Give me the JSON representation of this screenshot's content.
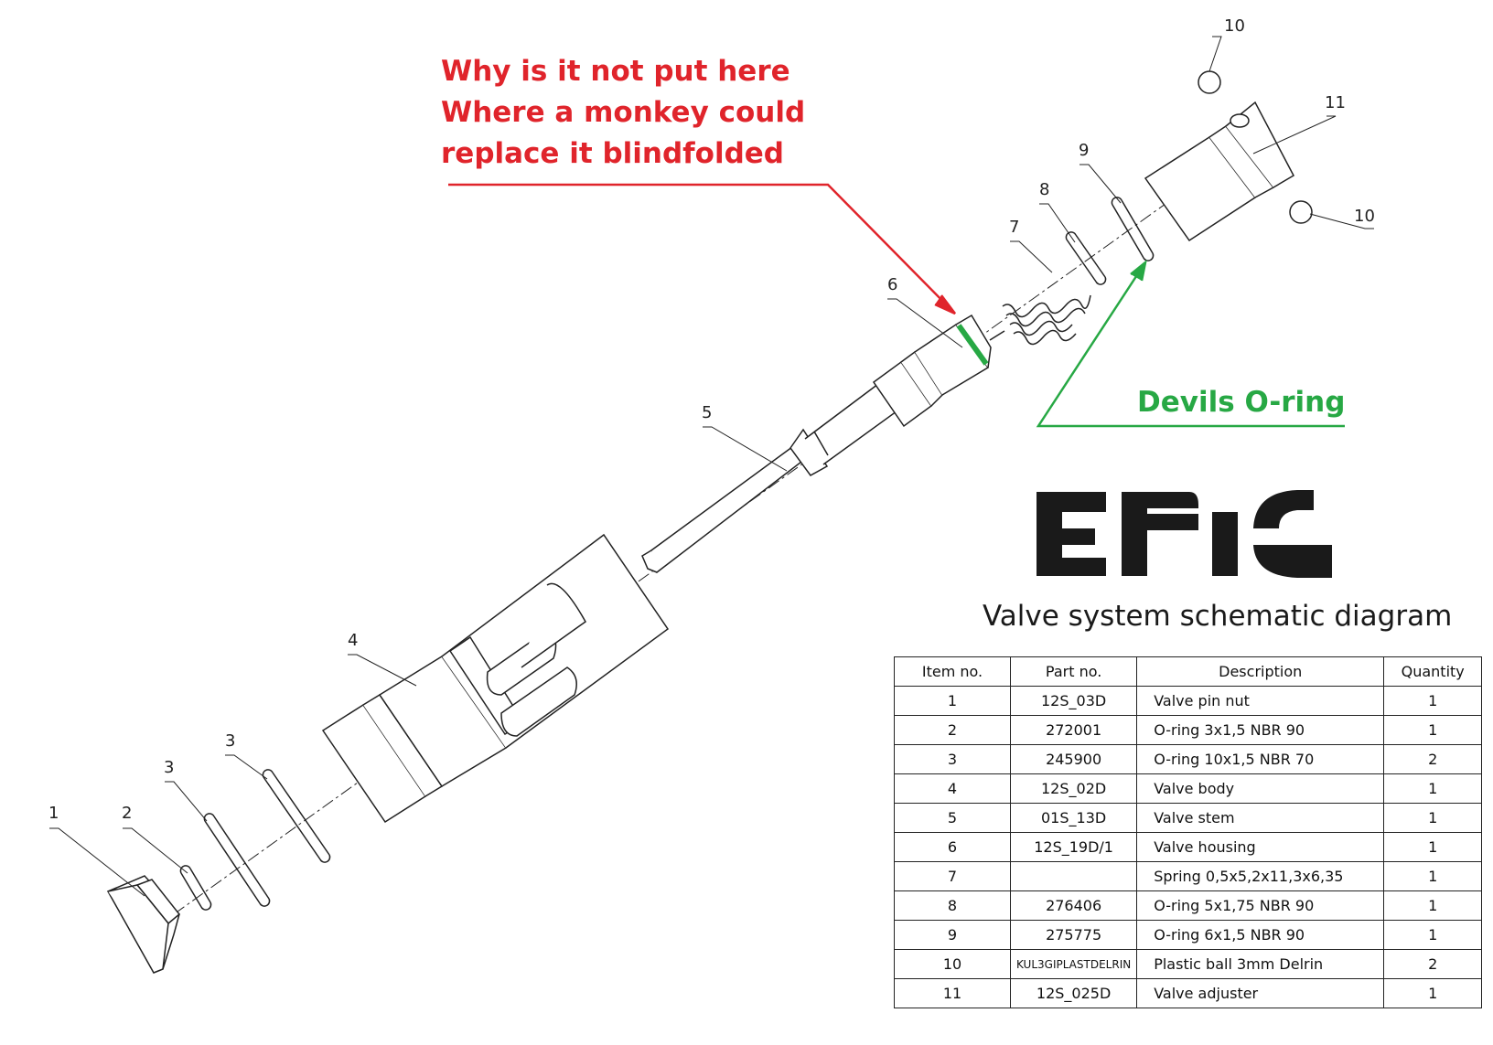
{
  "annotations": {
    "red_note": [
      "Why is it not put here",
      "Where a monkey could",
      "replace it blindfolded"
    ],
    "green_note": "Devils O-ring"
  },
  "logo": {
    "text": "EPIC"
  },
  "subtitle": "Valve system schematic diagram",
  "callout_numbers": [
    "1",
    "2",
    "3",
    "3",
    "4",
    "5",
    "6",
    "7",
    "8",
    "9",
    "10",
    "11",
    "10"
  ],
  "bom": {
    "headers": [
      "Item no.",
      "Part no.",
      "Description",
      "Quantity"
    ],
    "rows": [
      [
        "1",
        "12S_03D",
        "Valve pin nut",
        "1"
      ],
      [
        "2",
        "272001",
        "O-ring 3x1,5 NBR 90",
        "1"
      ],
      [
        "3",
        "245900",
        "O-ring 10x1,5 NBR 70",
        "2"
      ],
      [
        "4",
        "12S_02D",
        "Valve body",
        "1"
      ],
      [
        "5",
        "01S_13D",
        "Valve stem",
        "1"
      ],
      [
        "6",
        "12S_19D/1",
        "Valve housing",
        "1"
      ],
      [
        "7",
        "",
        "Spring 0,5x5,2x11,3x6,35",
        "1"
      ],
      [
        "8",
        "276406",
        "O-ring 5x1,75 NBR 90",
        "1"
      ],
      [
        "9",
        "275775",
        "O-ring 6x1,5 NBR 90",
        "1"
      ],
      [
        "10",
        "KUL3GIPLASTDELRIN",
        "Plastic ball 3mm Delrin",
        "2"
      ],
      [
        "11",
        "12S_025D",
        "Valve adjuster",
        "1"
      ]
    ]
  },
  "colors": {
    "red": "#e0242b",
    "green": "#27a844",
    "line": "#222222"
  }
}
